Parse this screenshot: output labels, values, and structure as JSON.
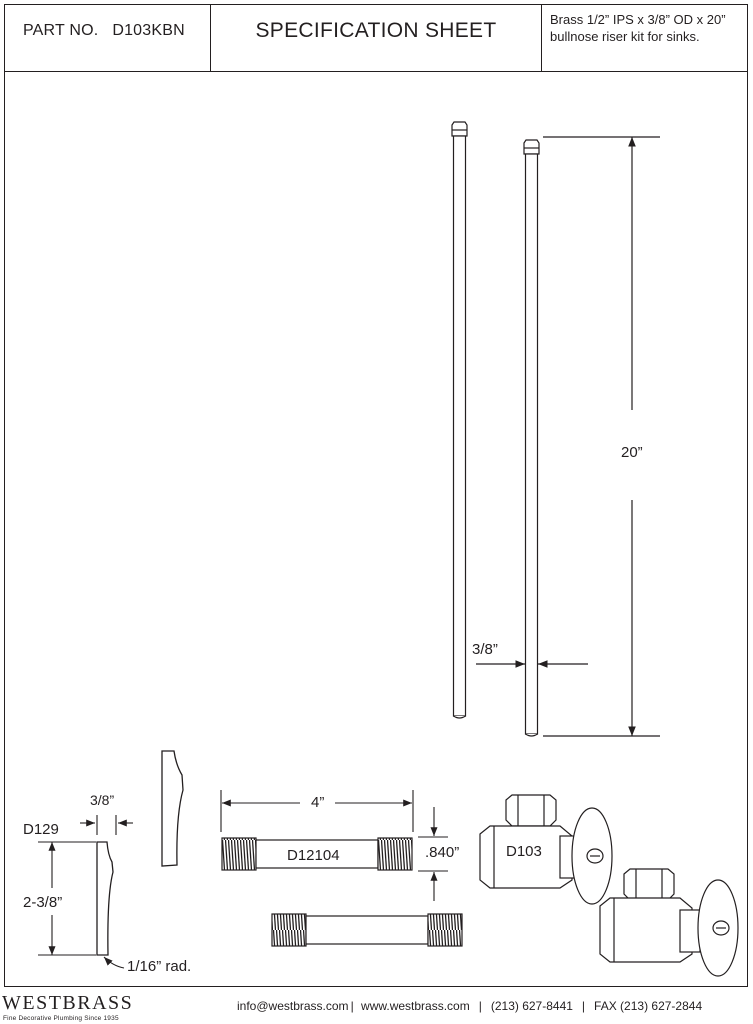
{
  "header": {
    "part_no": "PART NO.   D103KBN",
    "title": "SPECIFICATION SHEET",
    "description": "Brass 1/2” IPS x 3/8” OD x 20” bullnose riser kit for sinks."
  },
  "dimensions": {
    "riser_length": "20”",
    "riser_diameter": "3/8”",
    "flange_code": "D129",
    "flange_thickness": "3/8”",
    "flange_height": "2-3/8”",
    "flange_radius": "1/16” rad.",
    "nipple_length": "4”",
    "nipple_code": "D12104",
    "nipple_diameter": ".840”",
    "valve_code": "D103"
  },
  "footer": {
    "brand": "WESTBRASS",
    "tagline": "Fine Decorative Plumbing Since 1935",
    "email": "info@westbrass.com",
    "website": "www.westbrass.com",
    "phone": "(213) 627-8441",
    "fax": "FAX (213) 627-2844",
    "separator": "|"
  }
}
